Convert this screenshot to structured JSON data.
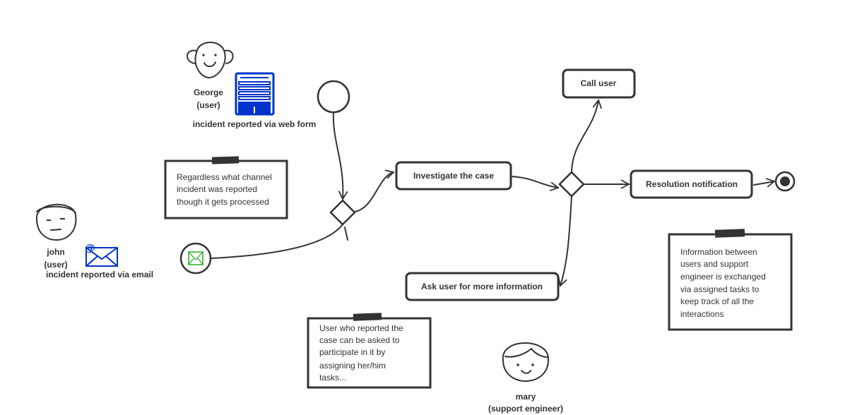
{
  "actors": {
    "george": {
      "name": "George",
      "role": "(user)",
      "caption": "incident reported via web form"
    },
    "john": {
      "name": "john",
      "role": "(user)",
      "caption": "incident reported via email"
    },
    "mary": {
      "name": "mary",
      "role": "(support engineer)"
    }
  },
  "activities": {
    "investigate": "Investigate the case",
    "call_user": "Call user",
    "resolution": "Resolution notification",
    "ask_user": "Ask user for more information"
  },
  "notes": {
    "channel": [
      "Regardless what channel",
      "incident was reported",
      "though it gets processed"
    ],
    "participate": [
      "User who reported the",
      "case can be asked to",
      "participate in it by",
      "assigning her/him",
      "tasks..."
    ],
    "exchange": [
      "Information between",
      "users and support",
      "engineer is exchanged",
      "via assigned tasks to",
      "keep track of all the",
      "interactions"
    ]
  },
  "colors": {
    "form_icon": "#0033cc",
    "email_icon": "#0033cc",
    "email_start": "#22aa22",
    "line": "#333333"
  }
}
